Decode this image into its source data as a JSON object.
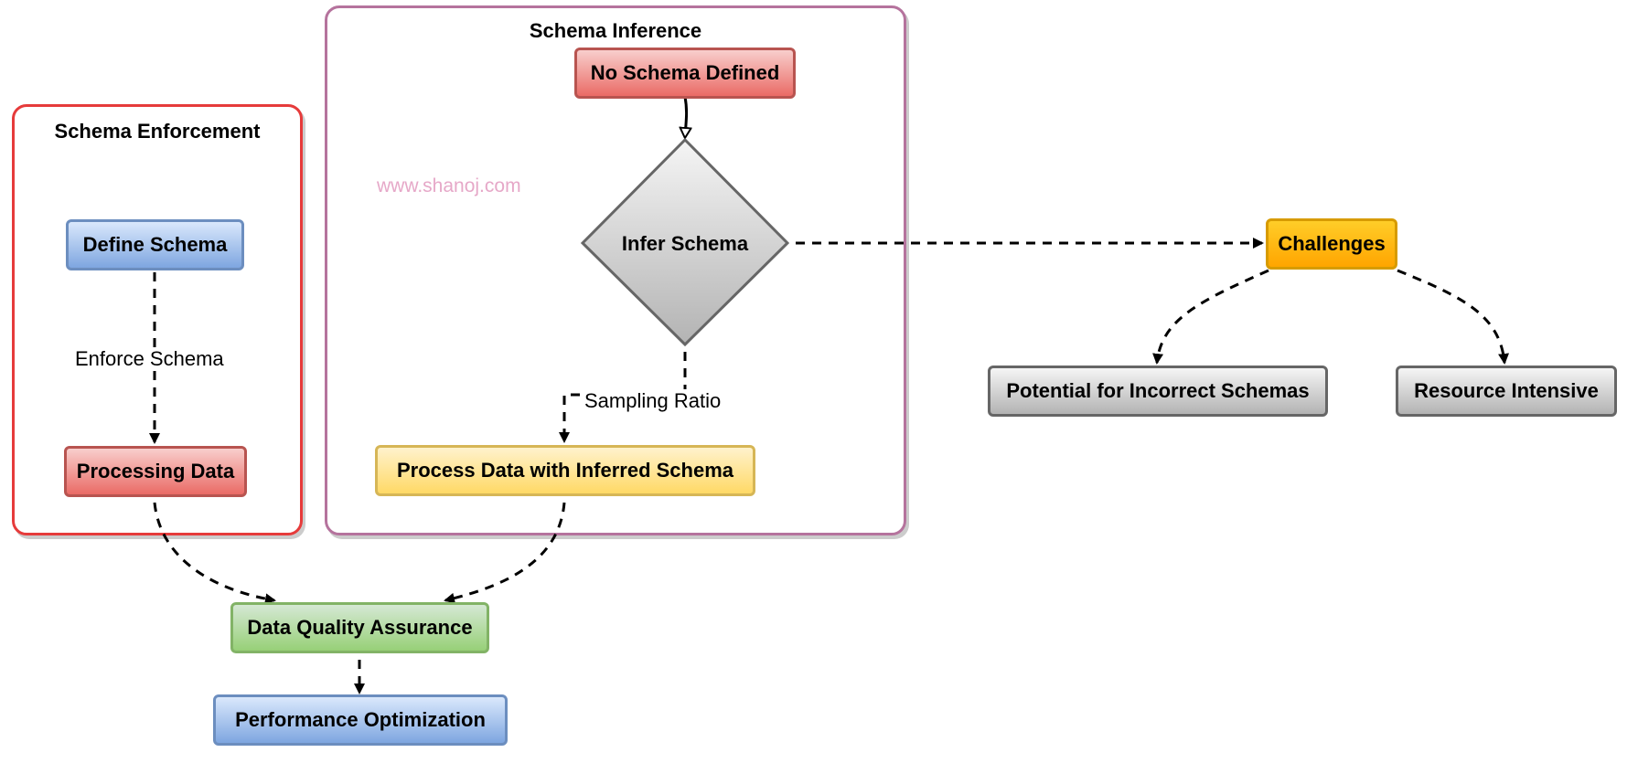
{
  "groups": {
    "enforcement": {
      "title": "Schema Enforcement",
      "color": "#e63b3b"
    },
    "inference": {
      "title": "Schema Inference",
      "color": "#b5739d"
    }
  },
  "watermark": "www.shanoj.com",
  "nodes": {
    "define_schema": "Define Schema",
    "processing_data": "Processing Data",
    "no_schema_defined": "No Schema Defined",
    "infer_schema": "Infer Schema",
    "process_inferred": "Process Data with Inferred Schema",
    "data_quality": "Data Quality Assurance",
    "performance": "Performance Optimization",
    "challenges": "Challenges",
    "incorrect_schemas": "Potential for Incorrect Schemas",
    "resource_intensive": "Resource Intensive"
  },
  "edge_labels": {
    "enforce_schema": "Enforce Schema",
    "sampling_ratio": "Sampling Ratio"
  }
}
